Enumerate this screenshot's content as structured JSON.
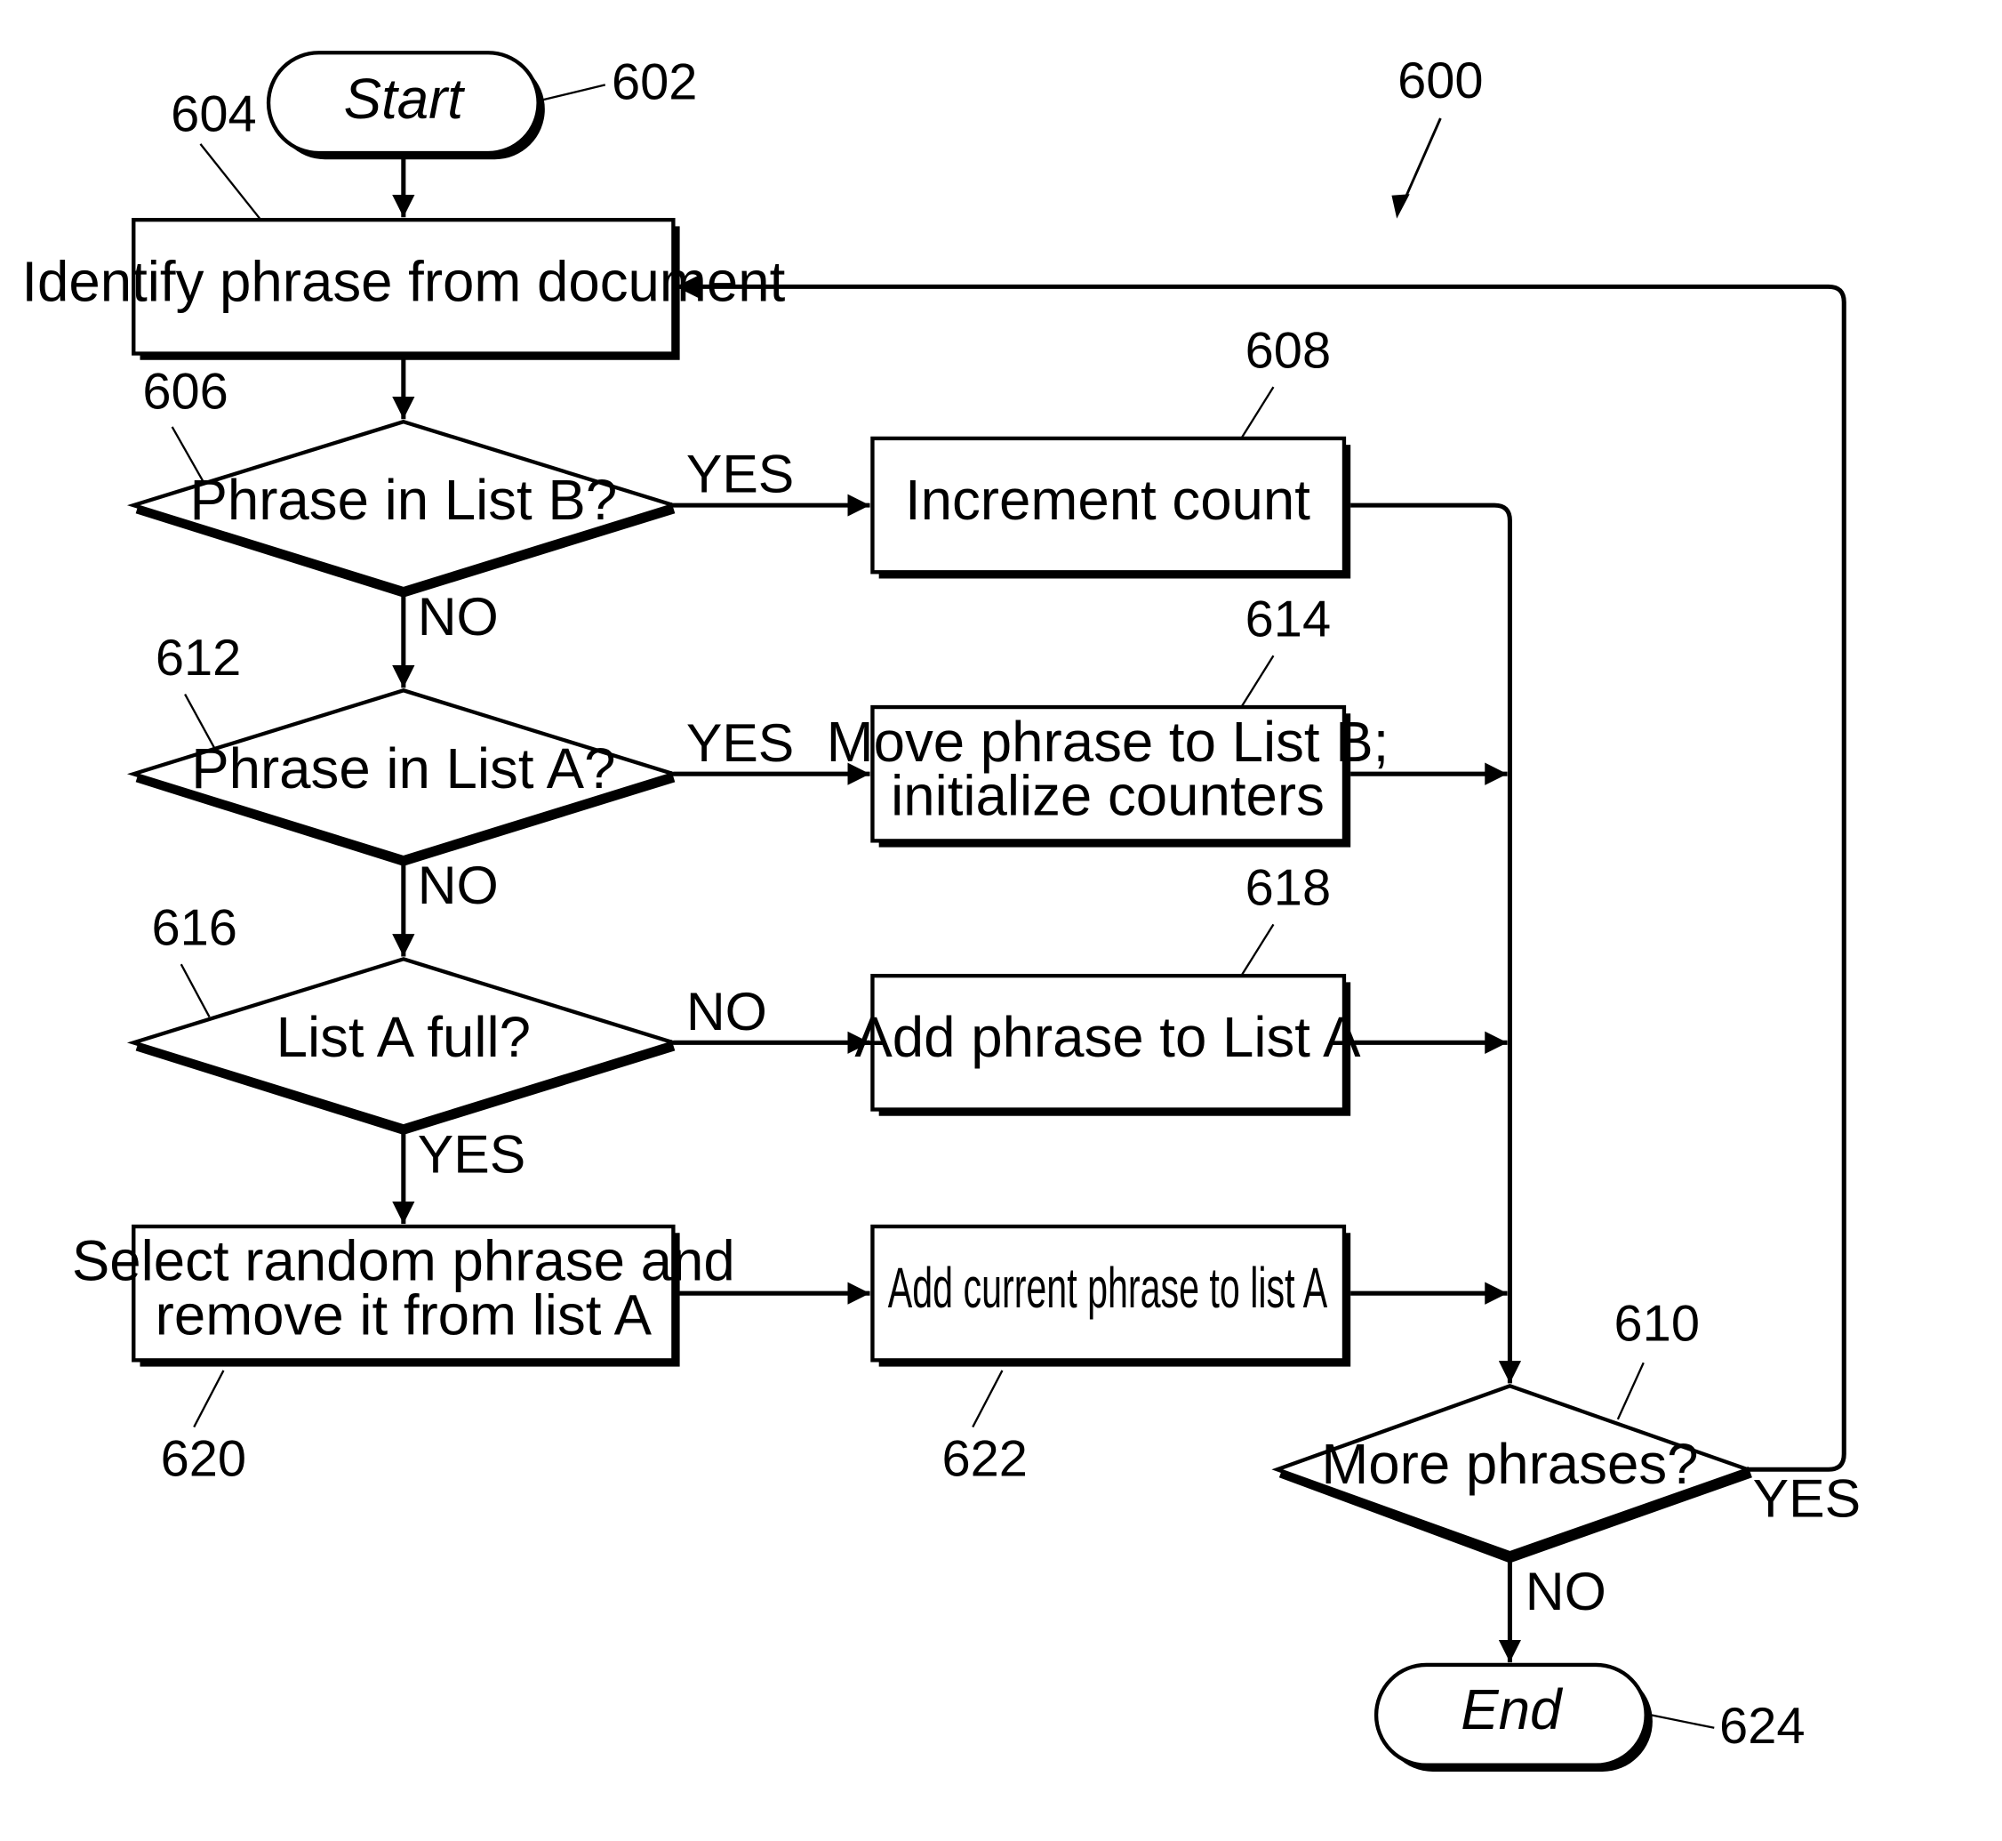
{
  "figure_number": "600",
  "nodes": {
    "start": {
      "label": "Start",
      "ref": "602"
    },
    "identify_phrase": {
      "label": "Identify phrase from document",
      "ref": "604"
    },
    "phrase_in_list_b": {
      "label": "Phrase in List B?",
      "ref": "606"
    },
    "increment_count": {
      "label": "Increment count",
      "ref": "608"
    },
    "more_phrases": {
      "label": "More phrases?",
      "ref": "610"
    },
    "phrase_in_list_a": {
      "label": "Phrase in List A?",
      "ref": "612"
    },
    "move_phrase": {
      "label_line1": "Move phrase to List B;",
      "label_line2": "initialize counters",
      "ref": "614"
    },
    "list_a_full": {
      "label": "List A full?",
      "ref": "616"
    },
    "add_phrase_list_a": {
      "label": "Add phrase to List A",
      "ref": "618"
    },
    "select_random": {
      "label_line1": "Select random phrase and",
      "label_line2": "remove it from list A",
      "ref": "620"
    },
    "add_current_phrase": {
      "label": "Add current phrase to list A",
      "ref": "622"
    },
    "end": {
      "label": "End",
      "ref": "624"
    }
  },
  "branches": {
    "list_b_yes": "YES",
    "list_b_no": "NO",
    "list_a_yes": "YES",
    "list_a_no": "NO",
    "full_no": "NO",
    "full_yes": "YES",
    "more_yes": "YES",
    "more_no": "NO"
  }
}
